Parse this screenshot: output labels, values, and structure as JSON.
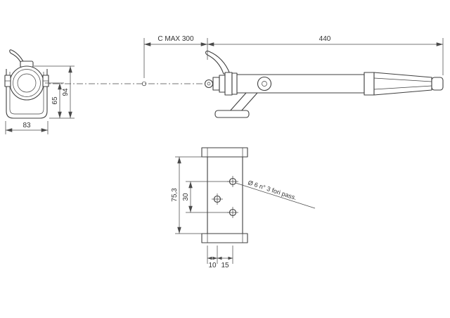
{
  "colors": {
    "line": "#3f3f3f",
    "dimension": "#4a4a4a",
    "text": "#333333",
    "background": "#ffffff"
  },
  "views": {
    "side_view": {
      "label": "actuator-side-view",
      "dims": {
        "stroke_max": "C MAX 300",
        "body_length": "440"
      }
    },
    "end_view": {
      "label": "actuator-end-view",
      "dims": {
        "width": "83",
        "center_to_base": "65",
        "overall_height": "94"
      }
    },
    "bracket_view": {
      "label": "mounting-bracket-view",
      "dims": {
        "height": "75,3",
        "hole_spacing": "30",
        "edge_to_hole": "10",
        "hole_to_hole": "15"
      },
      "note": "Ø 6 n° 3 fori pass."
    }
  }
}
